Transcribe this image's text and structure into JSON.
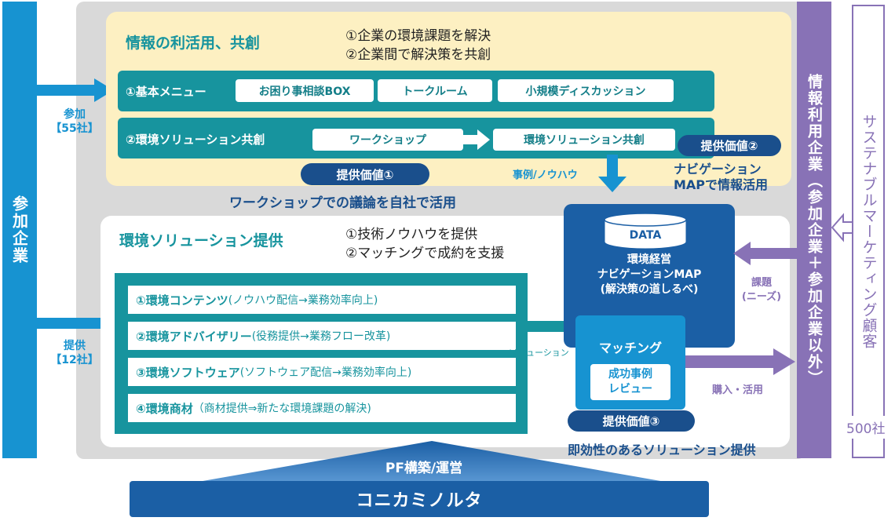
{
  "left_bar": {
    "label": "参加企業"
  },
  "join": {
    "label": "参加",
    "count": "【55社】"
  },
  "provide": {
    "label": "提供",
    "count": "【12社】"
  },
  "info_section": {
    "title": "情報の利活用、共創",
    "goals": [
      "①企業の環境課題を解決",
      "②企業間で解決策を共創"
    ],
    "menu_label": "①基本メニュー",
    "menu_items": [
      "お困り事相談BOX",
      "トークルーム",
      "小規模ディスカッション"
    ],
    "cocreation_label": "②環境ソリューション共創",
    "workshop": "ワークショップ",
    "cocreation_result": "環境ソリューション共創",
    "value1": "提供価値①",
    "value1_caption": "ワークショップでの議論を自社で活用",
    "value2": "提供価値②",
    "value2_caption_l1": "ナビゲーション",
    "value2_caption_l2": "MAPで情報活用",
    "cases_label": "事例/ノウハウ"
  },
  "solution_section": {
    "title": "環境ソリューション提供",
    "goals": [
      "①技術ノウハウを提供",
      "②マッチングで成約を支援"
    ],
    "items": [
      {
        "bold": "①環境コンテンツ",
        "rest": "(ノウハウ配信→業務効率向上)"
      },
      {
        "bold": "②環境アドバイザリー",
        "rest": "(役務提供→業務フロー改革)"
      },
      {
        "bold": "③環境ソフトウェア",
        "rest": "(ソフトウェア配信→業務効率向上)"
      },
      {
        "bold": "④環境商材",
        "rest": "（商材提供⇒新たな環境課題の解決)"
      }
    ],
    "solution_fragment": "ソリューション"
  },
  "map_box": {
    "data_label": "DATA",
    "line1": "環境経営",
    "line2": "ナビゲーションMAP",
    "line3": "(解決策の道しるべ)",
    "matching": "マッチング",
    "case_l1": "成功事例",
    "case_l2": "レビュー"
  },
  "value3": {
    "label": "提供価値③",
    "caption": "即効性のあるソリューション提供"
  },
  "issues": {
    "l1": "課題",
    "l2": "(ニーズ)"
  },
  "purchase": "購入・活用",
  "right_bar": {
    "label": "情報利用企業（参加企業＋参加企業以外）"
  },
  "customers": {
    "label": "サステナブルマーケティング顧客",
    "count": "500社"
  },
  "platform": {
    "label": "PF構築/運営"
  },
  "company": {
    "name": "コニカミノルタ"
  }
}
